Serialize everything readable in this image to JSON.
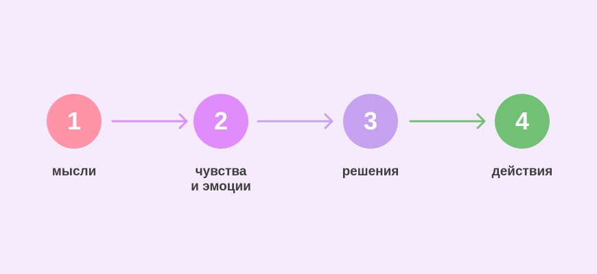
{
  "steps": [
    {
      "number": "1",
      "label": "мысли",
      "color": "#ff94a8"
    },
    {
      "number": "2",
      "label_line1": "чувства",
      "label_line2": "и эмоции",
      "color": "#e08cfc"
    },
    {
      "number": "3",
      "label": "решения",
      "color": "#c5a1ef"
    },
    {
      "number": "4",
      "label": "действия",
      "color": "#72c073"
    }
  ],
  "arrows": [
    {
      "from": "1",
      "to": "2",
      "color": "#e08cfc"
    },
    {
      "from": "2",
      "to": "3",
      "color": "#c5a1ef"
    },
    {
      "from": "3",
      "to": "4",
      "color": "#72c073"
    }
  ]
}
